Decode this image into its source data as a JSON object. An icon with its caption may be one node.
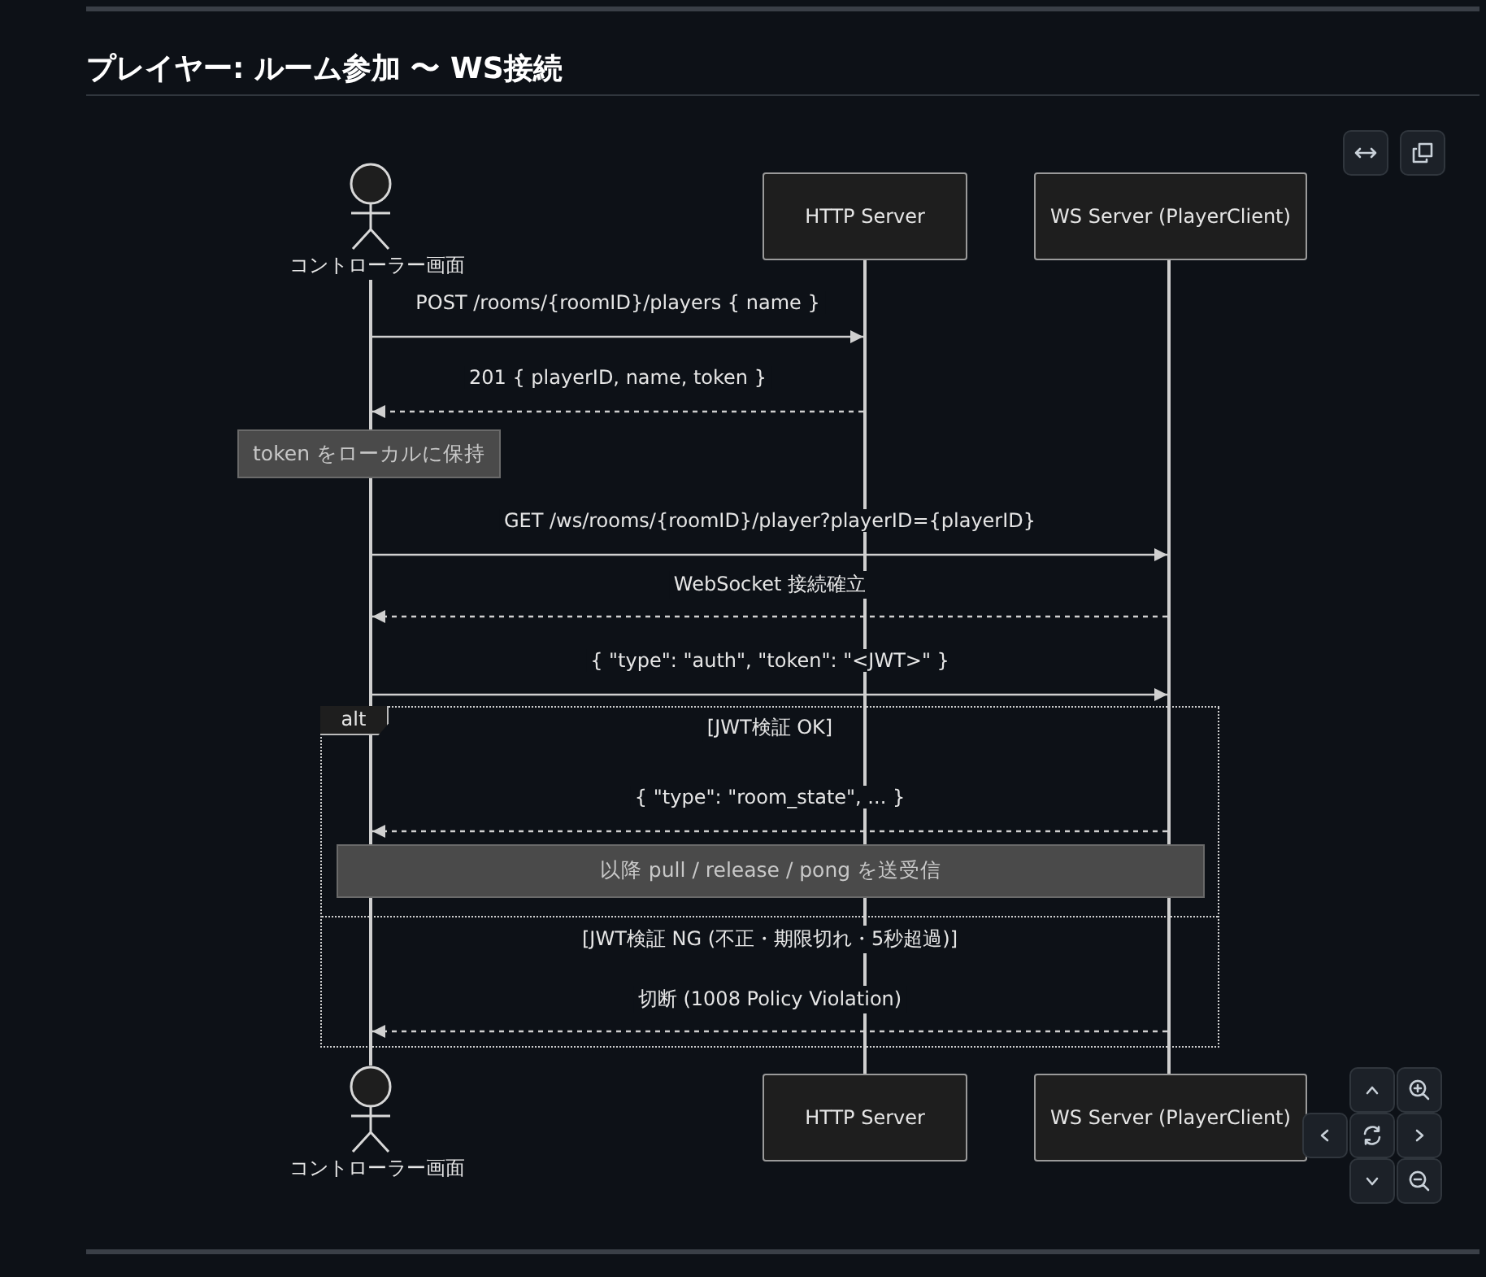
{
  "diagram": {
    "title": "プレイヤー: ルーム参加 〜 WS接続",
    "nodes": [
      {
        "text": [
          "コントローラー画面"
        ]
      },
      {
        "text": [
          "HTTP Server"
        ]
      },
      {
        "text": [
          "WS Server (PlayerClient)"
        ]
      },
      {
        "text": [],
        "shape": "bar"
      },
      {
        "text": [],
        "shape": "bar"
      },
      {
        "text": [],
        "shape": "bar"
      },
      {
        "text": [
          "コントローラー画面"
        ]
      },
      {
        "text": [
          "HTTP Server"
        ]
      },
      {
        "text": [
          "WS Server (PlayerClient)"
        ]
      },
      {
        "text": [
          "token をローカルに保持"
        ]
      },
      {
        "text": [
          "alt",
          "[JWT検証 OK]",
          "[JWT検証 NG (不正・期限切れ・5秒超過)]"
        ]
      },
      {
        "text": [
          "以降 pull / release / pong を送受信"
        ],
        "in": 10
      }
    ],
    "edges": [
      {
        "from": 3,
        "to": 4,
        "arrow": "to",
        "label": "POST /rooms/{roomID}/players { name }"
      },
      {
        "from": 4,
        "to": 3,
        "arrow": "to",
        "style": "dashed",
        "label": "201 { playerID, name, token }"
      },
      {
        "from": 3,
        "to": 5,
        "arrow": "to",
        "label": "GET /ws/rooms/{roomID}/player?playerID={playerID}"
      },
      {
        "from": 5,
        "to": 3,
        "arrow": "to",
        "style": "dashed",
        "label": "WebSocket 接続確立"
      },
      {
        "from": 3,
        "to": 5,
        "arrow": "to",
        "label": "{ \"type\": \"auth\", \"token\": \"<JWT>\" }"
      },
      {
        "from": 5,
        "to": 3,
        "arrow": "to",
        "style": "dashed",
        "label": "{ \"type\": \"room_state\", ... }"
      },
      {
        "from": 5,
        "to": 3,
        "arrow": "to",
        "style": "dashed",
        "label": "切断 (1008 Policy Violation)"
      }
    ]
  }
}
